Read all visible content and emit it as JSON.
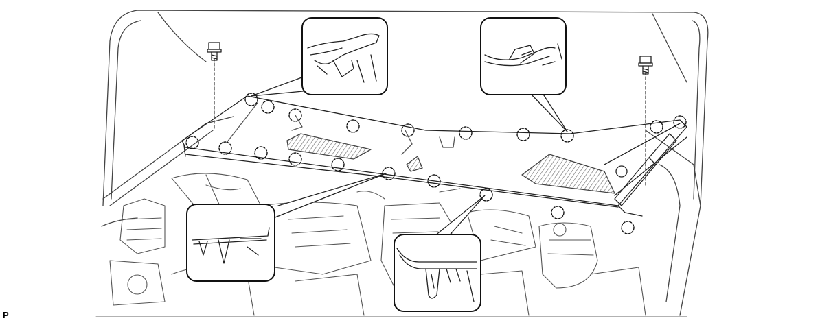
{
  "corner_mark": "P",
  "colors": {
    "line": "#222222",
    "light_line": "#555555",
    "hatch": "#888888",
    "background": "#ffffff"
  },
  "callouts": [
    {
      "id": "top-left",
      "depicts": "clip-detail"
    },
    {
      "id": "top-right",
      "depicts": "clip-detail"
    },
    {
      "id": "bottom-left",
      "depicts": "clip-detail"
    },
    {
      "id": "bottom-center",
      "depicts": "clip-detail"
    }
  ],
  "fasteners": [
    {
      "id": "bolt-left",
      "depicts": "bolt-icon"
    },
    {
      "id": "bolt-right",
      "depicts": "bolt-icon"
    }
  ]
}
